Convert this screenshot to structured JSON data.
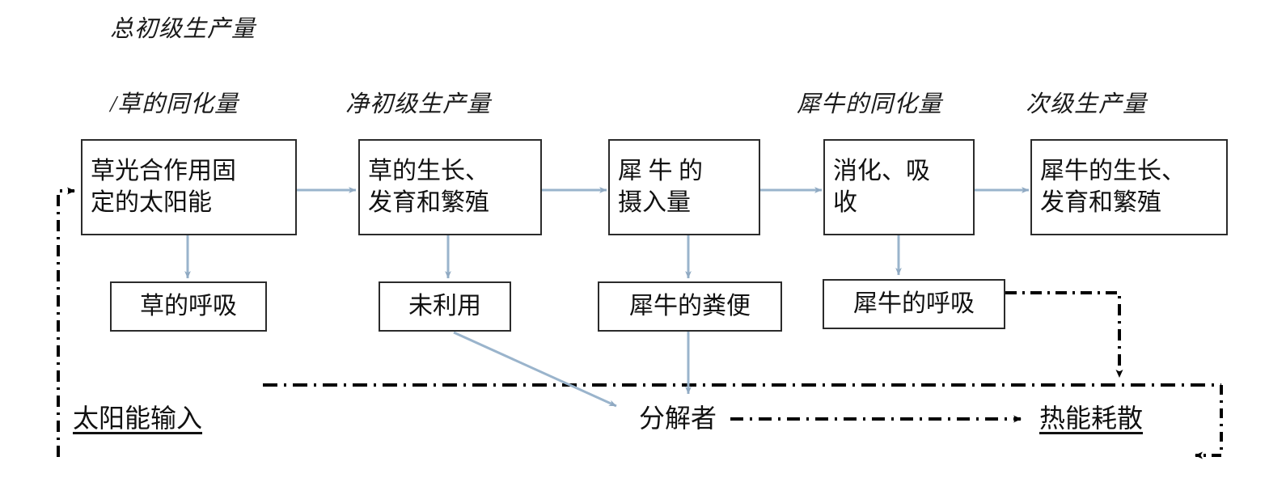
{
  "diagram": {
    "title_top": "总初级生产量",
    "headers": [
      {
        "id": "grass-assimilation",
        "text": "/草的同化量"
      },
      {
        "id": "net-primary-production",
        "text": "净初级生产量"
      },
      {
        "id": "rhino-assimilation",
        "text": "犀牛的同化量"
      },
      {
        "id": "secondary-production",
        "text": "次级生产量"
      }
    ],
    "boxes": {
      "grass_photosynthesis": "草光合作用固\n定的太阳能",
      "grass_growth": "草的生长、\n发育和繁殖",
      "rhino_intake": "犀 牛 的\n摄入量",
      "digestion_absorption": "消化、吸\n收",
      "rhino_growth": "犀牛的生长、\n发育和繁殖",
      "grass_respiration": "草的呼吸",
      "unused": "未利用",
      "rhino_feces": "犀牛的粪便",
      "rhino_respiration": "犀牛的呼吸"
    },
    "bottom_labels": {
      "solar_input": "太阳能输入",
      "decomposers": "分解者",
      "heat_dissipation": "热能耗散"
    },
    "colors": {
      "box_border": "#2b2b2b",
      "flow_arrow": "#9ab4cc",
      "dashdot_line": "#000000",
      "text": "#111111"
    }
  }
}
